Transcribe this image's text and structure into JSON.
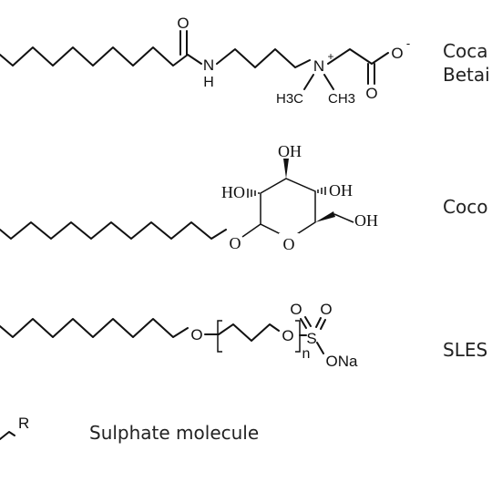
{
  "molecules": [
    {
      "label_lines": [
        "Coca",
        "Betai"
      ],
      "atoms": {
        "carbonyl_o": "O",
        "amide_nh": "N",
        "amide_h": "H",
        "ammonium_n": "N",
        "ammonium_charge": "+",
        "methyl_left": "H3C",
        "methyl_right": "CH3",
        "carboxylate_o": "O",
        "carboxylate_charge": "-",
        "carboxyl_o": "O"
      }
    },
    {
      "label_lines": [
        "Coco"
      ],
      "atoms": {
        "oh_top": "OH",
        "ho_left": "HO",
        "oh_right": "OH",
        "oh_ch2": "OH",
        "ether_o": "O",
        "ring_o": "O"
      }
    },
    {
      "label_lines": [
        "SLES"
      ],
      "atoms": {
        "chain_o": "O",
        "peg_o": "O",
        "repeat_n": "n",
        "sulfur": "S",
        "sulfonyl_o1": "O",
        "sulfonyl_o2": "O",
        "sodium_salt": "ONa"
      }
    },
    {
      "label_lines": [
        "Sulphate molecule"
      ],
      "atoms": {
        "r_group": "R"
      }
    }
  ]
}
